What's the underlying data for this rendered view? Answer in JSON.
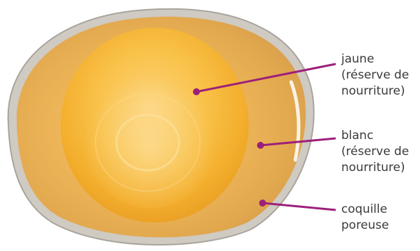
{
  "labels": {
    "yolk": {
      "line1": "jaune",
      "line2": "(réserve de",
      "line3": "nourriture)"
    },
    "white": {
      "line1": "blanc",
      "line2": "(réserve de",
      "line3": "nourriture)"
    },
    "shell": {
      "line1": "coquille",
      "line2": "poreuse"
    }
  },
  "colors": {
    "pointer": "#9c1f7a",
    "label_text": "#3a3a3a",
    "shell": "#c9c4bd",
    "albumen": "#e9b352",
    "yolk": "#f5b52e"
  }
}
